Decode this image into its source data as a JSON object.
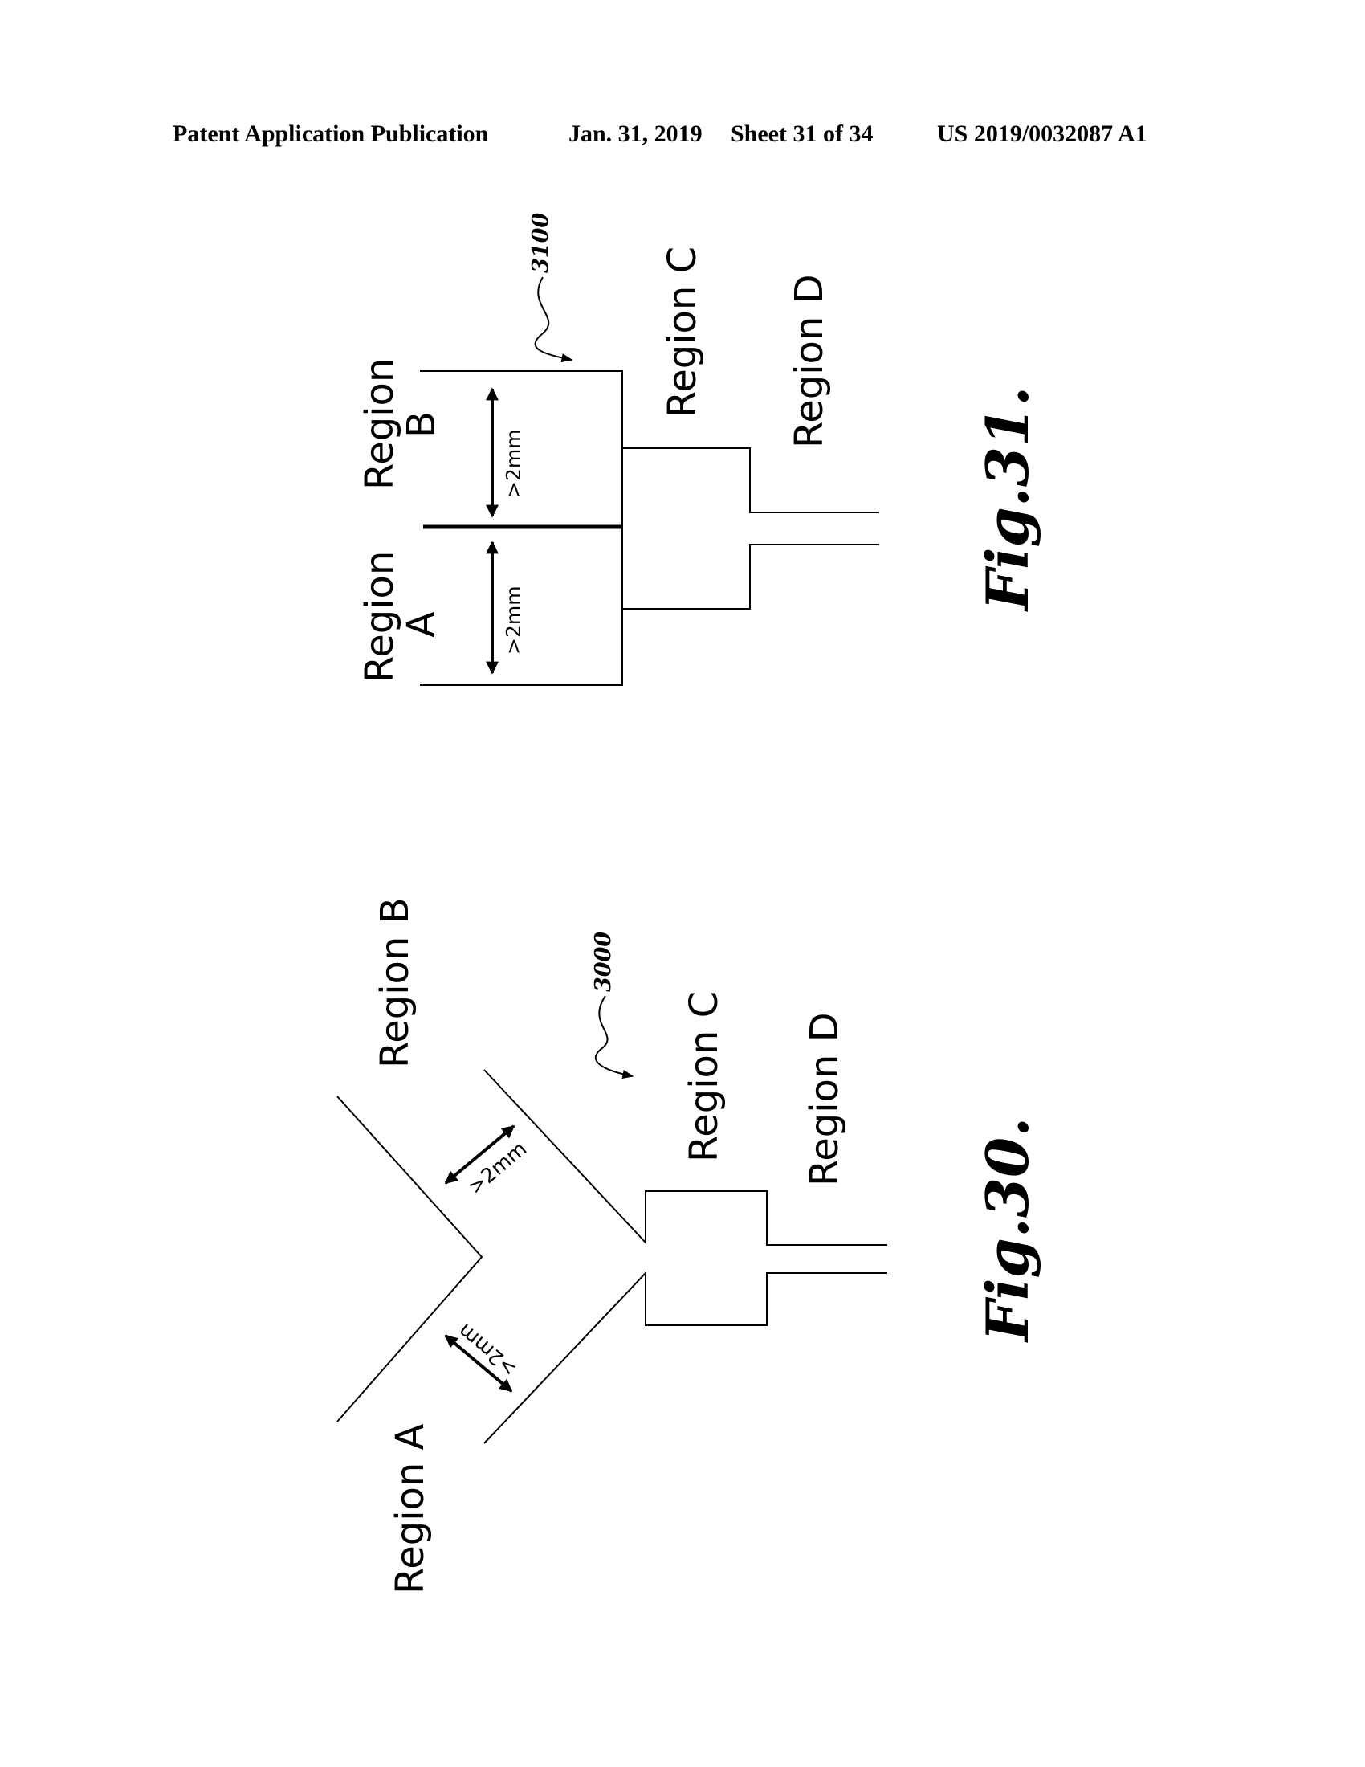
{
  "header": {
    "publication": "Patent Application Publication",
    "date": "Jan. 31, 2019",
    "sheet": "Sheet 31 of 34",
    "number": "US 2019/0032087 A1"
  },
  "fig31": {
    "ref": "3100",
    "region_a_line1": "Region",
    "region_a_line2": "A",
    "region_b_line1": "Region",
    "region_b_line2": "B",
    "region_c": "Region C",
    "region_d": "Region D",
    "dim_a": ">2mm",
    "dim_b": ">2mm",
    "caption": "Fig.31."
  },
  "fig30": {
    "ref": "3000",
    "region_a": "Region A",
    "region_b": "Region B",
    "region_c": "Region C",
    "region_d": "Region D",
    "dim_upper": ">2mm",
    "dim_lower": ">2mm",
    "caption": "Fig.30."
  }
}
